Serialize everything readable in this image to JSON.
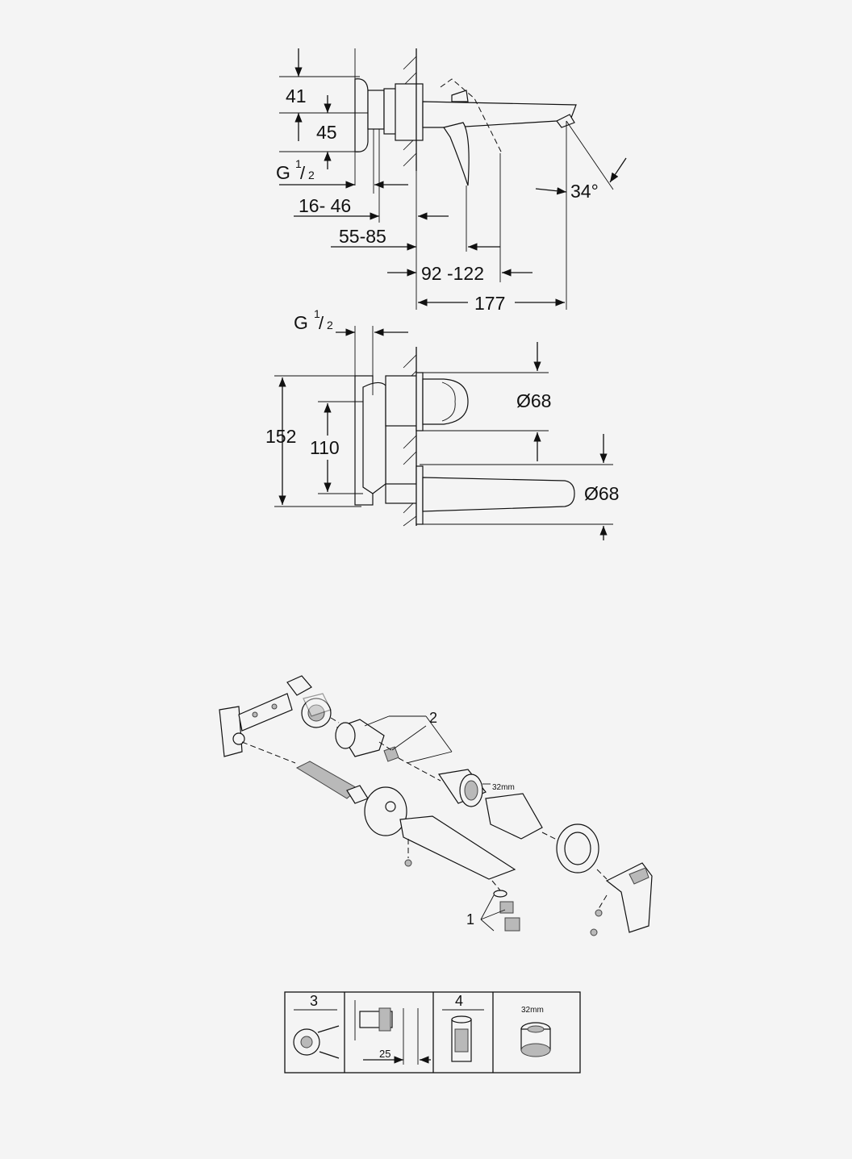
{
  "side_view": {
    "dims": {
      "h_41": "41",
      "h_45": "45",
      "thread": "G",
      "thread_sup": "1",
      "thread_sub": "2",
      "depth_16_46": "16- 46",
      "depth_55_85": "55-85",
      "reach_92_122": "92 -122",
      "reach_177": "177",
      "angle_34": "34°"
    }
  },
  "front_view": {
    "dims": {
      "thread": "G",
      "thread_sup": "1",
      "thread_sub": "2",
      "height_152": "152",
      "height_110": "110",
      "diameter_top": "Ø68",
      "diameter_bottom": "Ø68"
    }
  },
  "exploded_view": {
    "callout_1": "1",
    "callout_2": "2",
    "wrench_label": "32mm"
  },
  "tool_table": {
    "cells": [
      {
        "label": "3"
      },
      {
        "label": "",
        "dim": "25"
      },
      {
        "label": "4"
      },
      {
        "label": "",
        "note": "32mm"
      }
    ]
  }
}
